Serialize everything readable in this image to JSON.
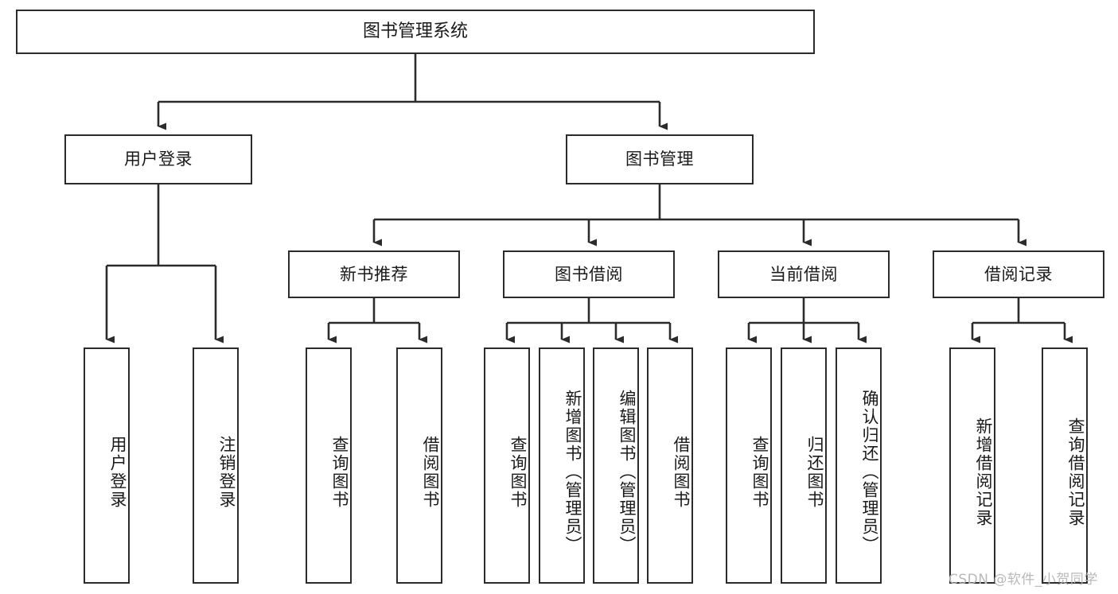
{
  "diagram": {
    "title": "图书管理系统",
    "watermark": "CSDN @软件_小贺同学",
    "line_color": "#2b2b2b",
    "box_fill": "#ffffff",
    "text_color": "#1a1a1a",
    "watermark_color": "#b9b9b9"
  },
  "nodes": {
    "root": {
      "label": "图书管理系统"
    },
    "level2": [
      {
        "label": "用户登录"
      },
      {
        "label": "图书管理"
      }
    ],
    "level3": [
      {
        "label": "新书推荐"
      },
      {
        "label": "图书借阅"
      },
      {
        "label": "当前借阅"
      },
      {
        "label": "借阅记录"
      }
    ],
    "leaves": {
      "user_login": [
        {
          "label": "用户登录"
        },
        {
          "label": "注销登录"
        }
      ],
      "new_book_recommend": [
        {
          "label": "查询图书"
        },
        {
          "label": "借阅图书"
        }
      ],
      "book_borrow": [
        {
          "label": "查询图书"
        },
        {
          "label": "新增图书（管理员）"
        },
        {
          "label": "编辑图书（管理员）"
        },
        {
          "label": "借阅图书"
        }
      ],
      "current_borrow": [
        {
          "label": "查询图书"
        },
        {
          "label": "归还图书"
        },
        {
          "label": "确认归还（管理员）"
        }
      ],
      "borrow_record": [
        {
          "label": "新增借阅记录"
        },
        {
          "label": "查询借阅记录"
        }
      ]
    }
  },
  "chart_data": {
    "type": "diagram",
    "subtype": "tree-hierarchy",
    "title": "图书管理系统",
    "orientation": "top-down",
    "edge_style": "orthogonal-with-arrowheads",
    "levels": 4,
    "tree": {
      "label": "图书管理系统",
      "children": [
        {
          "label": "用户登录",
          "children": [
            {
              "label": "用户登录"
            },
            {
              "label": "注销登录"
            }
          ]
        },
        {
          "label": "图书管理",
          "children": [
            {
              "label": "新书推荐",
              "children": [
                {
                  "label": "查询图书"
                },
                {
                  "label": "借阅图书"
                }
              ]
            },
            {
              "label": "图书借阅",
              "children": [
                {
                  "label": "查询图书"
                },
                {
                  "label": "新增图书（管理员）"
                },
                {
                  "label": "编辑图书（管理员）"
                },
                {
                  "label": "借阅图书"
                }
              ]
            },
            {
              "label": "当前借阅",
              "children": [
                {
                  "label": "查询图书"
                },
                {
                  "label": "归还图书"
                },
                {
                  "label": "确认归还（管理员）"
                }
              ]
            },
            {
              "label": "借阅记录",
              "children": [
                {
                  "label": "新增借阅记录"
                },
                {
                  "label": "查询借阅记录"
                }
              ]
            }
          ]
        }
      ]
    },
    "node_count": 18,
    "leaf_count": 13
  }
}
